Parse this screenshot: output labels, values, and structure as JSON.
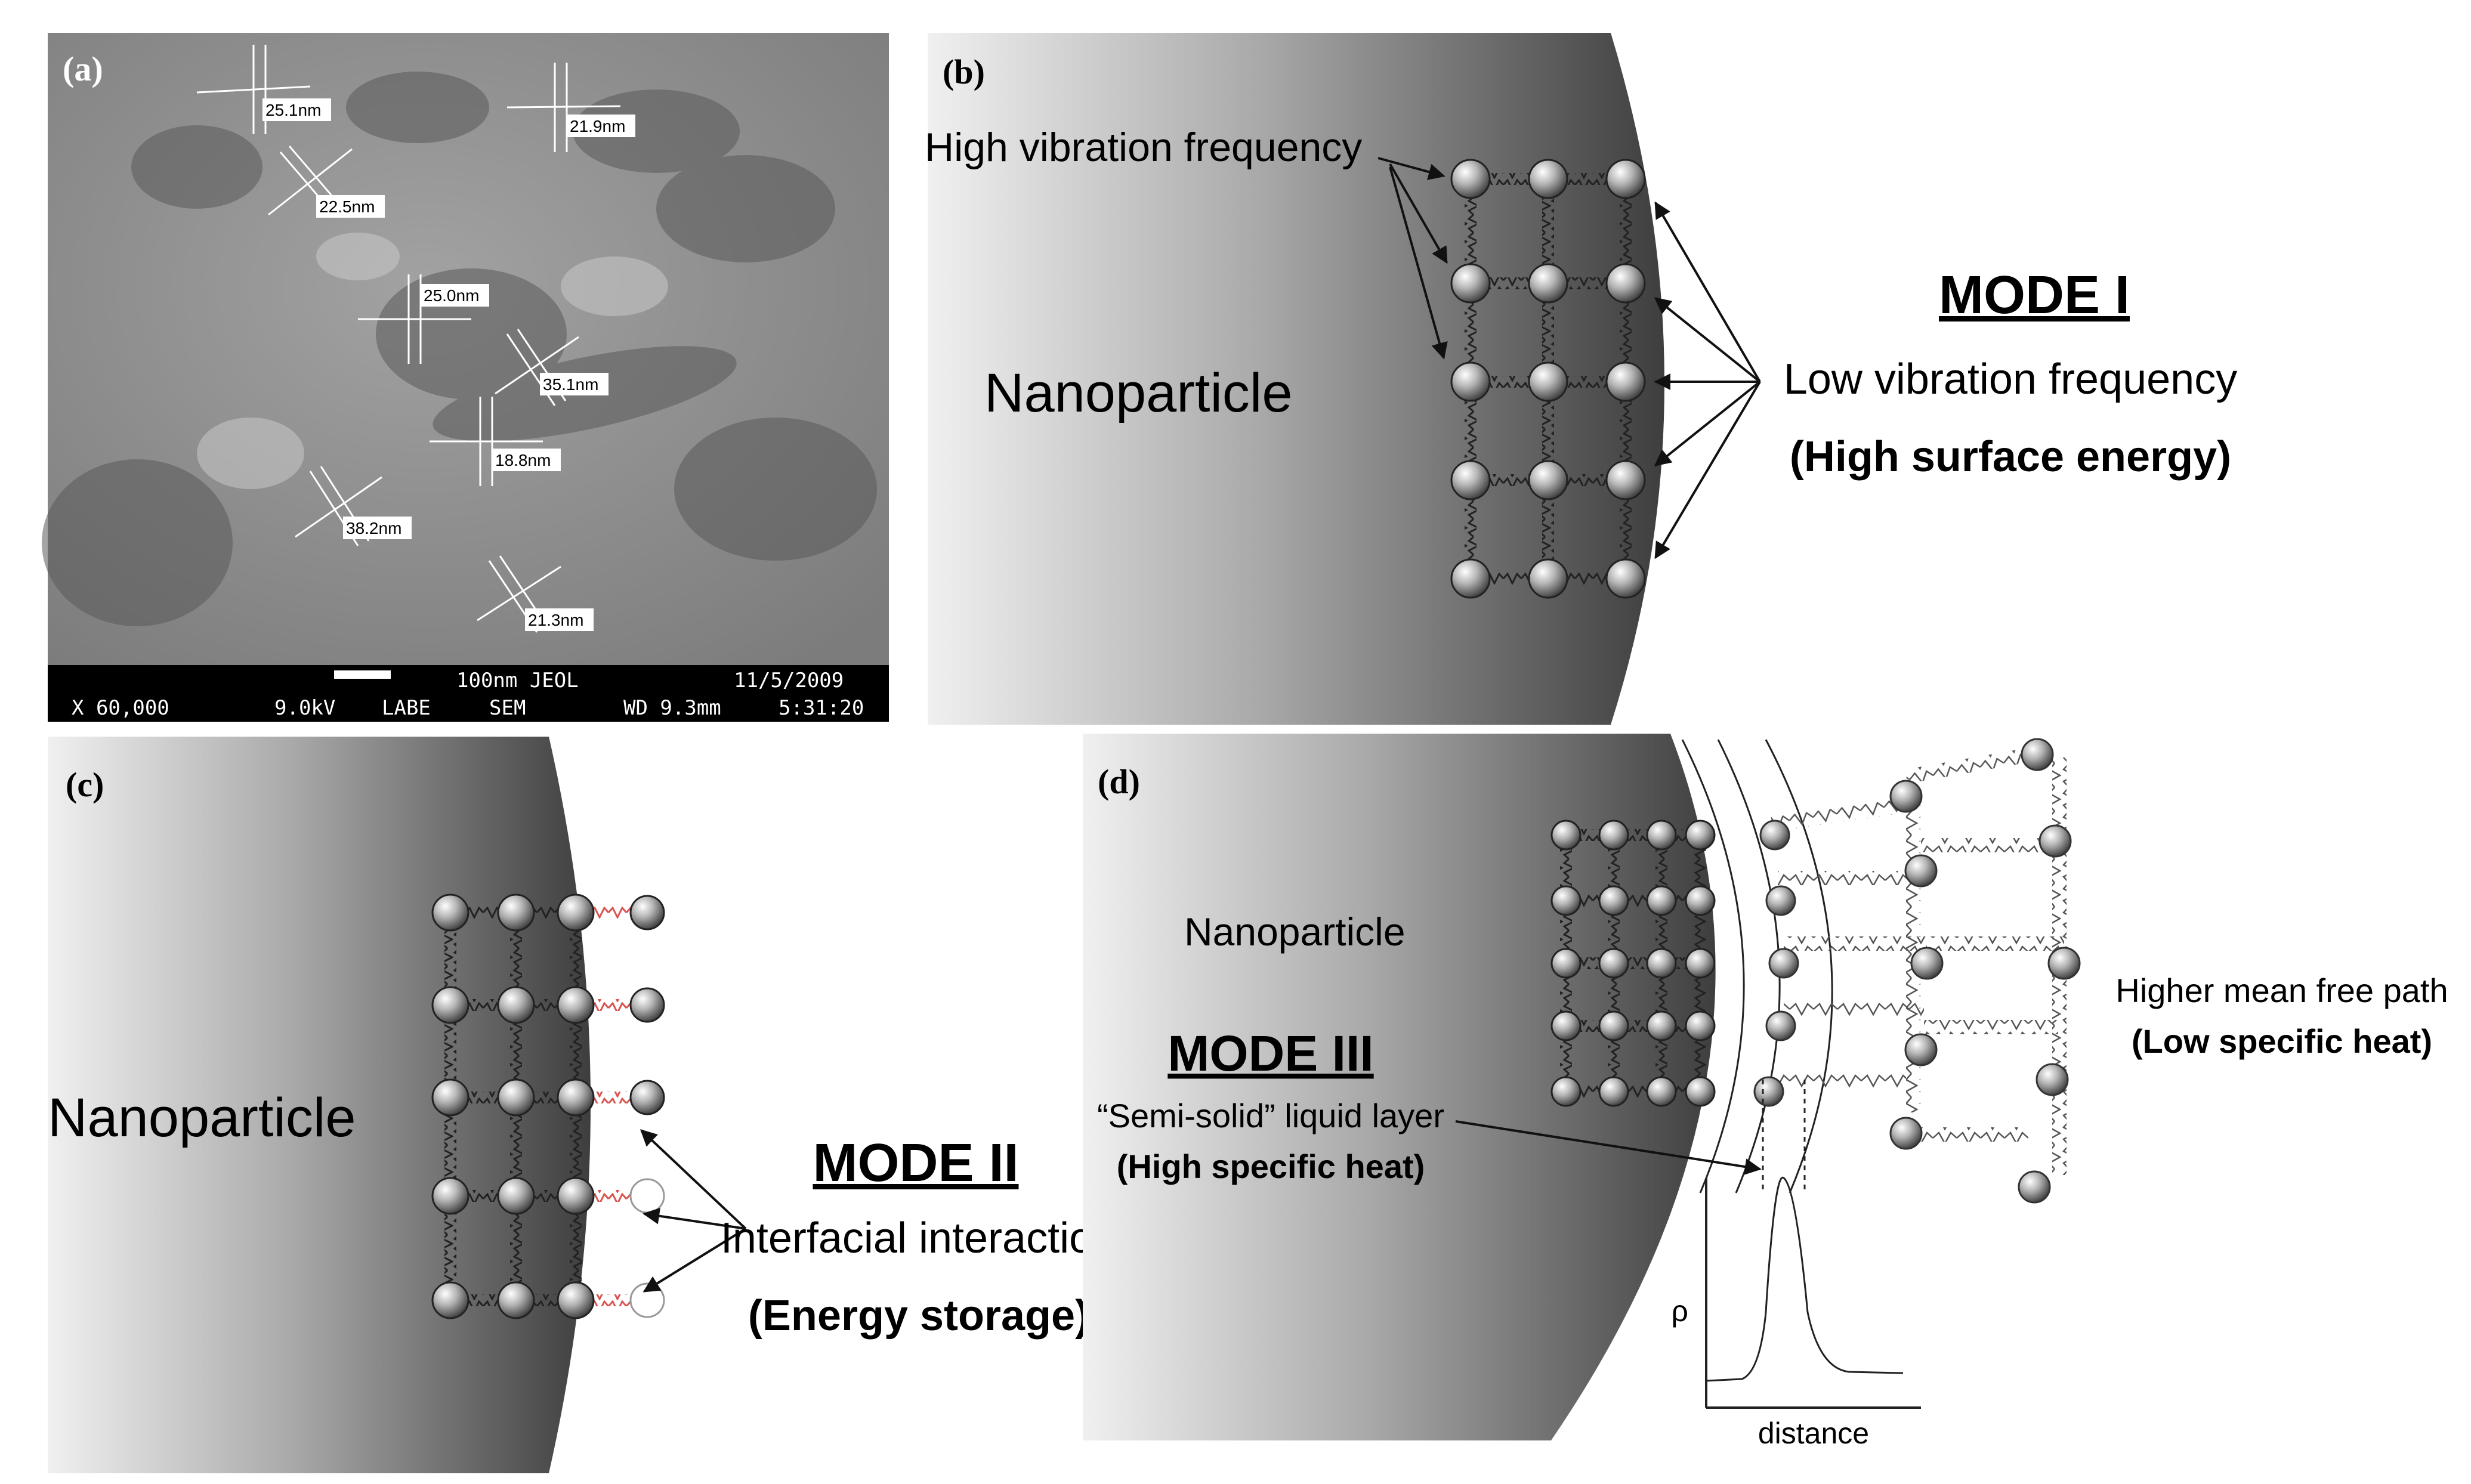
{
  "panel_a": {
    "label": "(a)",
    "measurements": [
      "25.1nm",
      "21.9nm",
      "22.5nm",
      "25.0nm",
      "35.1nm",
      "18.8nm",
      "38.2nm",
      "21.3nm"
    ],
    "scale_text": "100nm JEOL",
    "date": "11/5/2009",
    "magnification": "X 60,000",
    "voltage": "9.0kV",
    "lab": "LABE",
    "mode": "SEM",
    "wd": "WD 9.3mm",
    "time": "5:31:20"
  },
  "panel_b": {
    "label": "(b)",
    "high_freq": "High vibration frequency",
    "nanoparticle": "Nanoparticle",
    "mode": "MODE I",
    "low_freq": "Low vibration frequency",
    "energy": "(High surface energy)"
  },
  "panel_c": {
    "label": "(c)",
    "nanoparticle": "Nanoparticle",
    "mode": "MODE II",
    "interaction": "Interfacial interaction",
    "storage": "(Energy storage)"
  },
  "panel_d": {
    "label": "(d)",
    "nanoparticle": "Nanoparticle",
    "mode": "MODE III",
    "layer": "“Semi-solid” liquid layer",
    "high_heat": "(High specific heat)",
    "mean_path": "Higher mean free path",
    "low_heat": "(Low specific heat)",
    "rho": "ρ",
    "distance": "distance"
  }
}
